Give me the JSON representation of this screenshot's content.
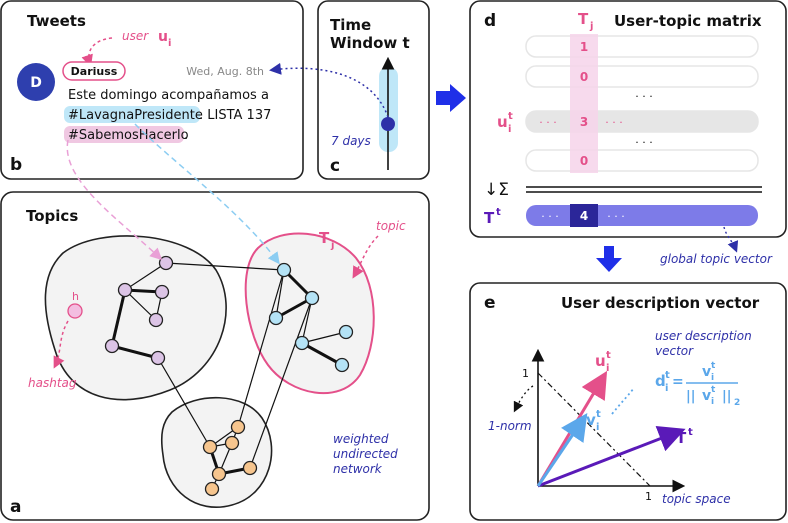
{
  "panel_a": {
    "letter": "a",
    "title": "Topics",
    "network_label": [
      "weighted",
      "undirected",
      "network"
    ],
    "hashtag_label": "hashtag",
    "hashtag_node": "h",
    "topic_label": "topic",
    "topic_symbol": "T",
    "topic_sub": "j"
  },
  "panel_b": {
    "letter": "b",
    "title": "Tweets",
    "user_label": "user",
    "user_symbol": "u",
    "user_sub": "i",
    "avatar_letter": "D",
    "username": "Dariuss",
    "date": "Wed, Aug. 8th",
    "tweet_line1": "Este domingo acompañamos a",
    "tweet_hashtag1": "#LavagnaPresidente",
    "tweet_after1": ". LISTA 137",
    "tweet_hashtag2": "#SabemosHacerlo",
    "tweet_end": "."
  },
  "panel_c": {
    "letter": "c",
    "title_line1": "Time",
    "title_line2": "Window t",
    "window_label": "7 days"
  },
  "panel_d": {
    "letter": "d",
    "title": "User-topic matrix",
    "col_symbol": "T",
    "col_sub": "j",
    "column_values": [
      "1",
      "0",
      "3",
      "0"
    ],
    "row_symbol": "u",
    "row_sup": "t",
    "row_sub": "i",
    "sum_symbol": "↓Σ",
    "total_symbol": "T",
    "total_sup": "t",
    "total_value": "4",
    "global_label": "global topic vector",
    "dots": "· · ·"
  },
  "panel_e": {
    "letter": "e",
    "title": "User description vector",
    "desc_label": [
      "user description",
      "vector"
    ],
    "axis_tick_y": "1",
    "axis_tick_x": "1",
    "xlabel": "topic space",
    "norm_label": "1-norm",
    "vec_u": "u",
    "vec_v": "v",
    "vec_T": "T",
    "sup": "t",
    "sub": "i",
    "formula_d": "d",
    "formula_norm_sub": "2"
  },
  "colors": {
    "pink": "#e4508a",
    "blue": "#2e30a8",
    "lightblue": "#5ba7ea",
    "purple": "#5a1ab8",
    "nodepink": "#dcc4e6",
    "nodeblue": "#b4e3f6",
    "nodeorange": "#f6c58e",
    "arrow": "#1f2fe8"
  }
}
